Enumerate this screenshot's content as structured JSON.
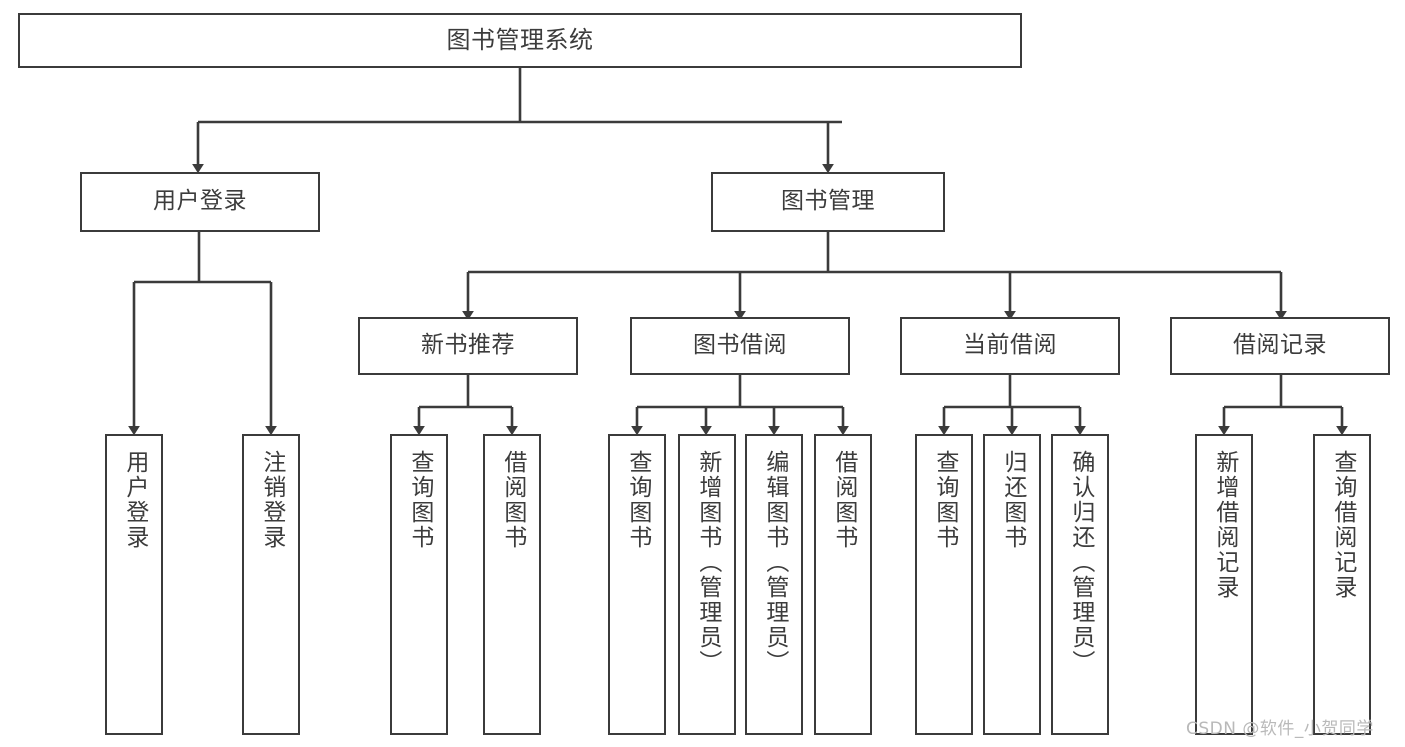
{
  "diagram": {
    "title": "图书管理系统",
    "type": "tree-hierarchy",
    "stroke_color": "#3b3b3b",
    "text_color": "#3c3c3c",
    "background_color": "#ffffff",
    "nodes": {
      "root": {
        "label": "图书管理系统"
      },
      "level2": [
        {
          "label": "用户登录"
        },
        {
          "label": "图书管理"
        }
      ],
      "level3": [
        {
          "label": "新书推荐"
        },
        {
          "label": "图书借阅"
        },
        {
          "label": "当前借阅"
        },
        {
          "label": "借阅记录"
        }
      ],
      "leaves_user_login": [
        {
          "label": "用户登录"
        },
        {
          "label": "注销登录"
        }
      ],
      "leaves_new_book": [
        {
          "label": "查询图书"
        },
        {
          "label": "借阅图书"
        }
      ],
      "leaves_borrow": [
        {
          "label": "查询图书"
        },
        {
          "label": "新增图书（管理员）"
        },
        {
          "label": "编辑图书（管理员）"
        },
        {
          "label": "借阅图书"
        }
      ],
      "leaves_current": [
        {
          "label": "查询图书"
        },
        {
          "label": "归还图书"
        },
        {
          "label": "确认归还（管理员）"
        }
      ],
      "leaves_record": [
        {
          "label": "新增借阅记录"
        },
        {
          "label": "查询借阅记录"
        }
      ]
    }
  },
  "watermark": {
    "text": "CSDN @软件_小贺同学"
  }
}
